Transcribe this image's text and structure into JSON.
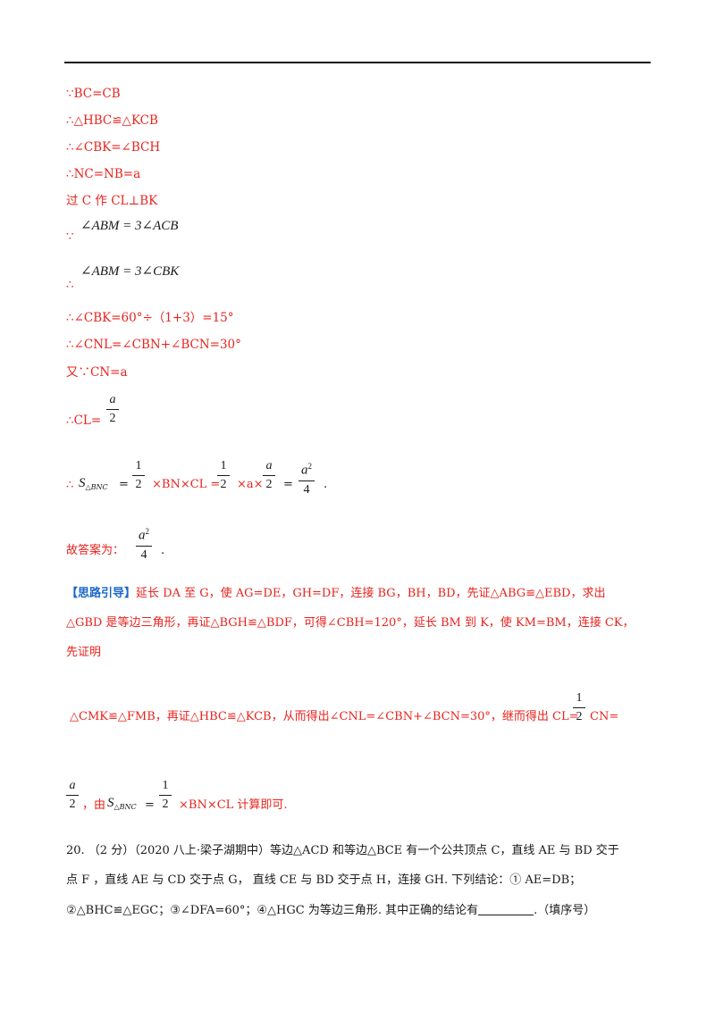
{
  "lines": {
    "l1": "∵BC=CB",
    "l2": "∴△HBC≌△KCB",
    "l3": "∴∠CBK=∠BCH",
    "l4": "∴NC=NB=a",
    "l5": "过 C 作 CL⊥BK",
    "l6_sym": "∵",
    "l6_eq": "∠ABM = 3∠ACB",
    "l7_sym": "∴",
    "l7_eq": "∠ABM = 3∠CBK",
    "l8": "∴∠CBK=60°÷（1+3）=15°",
    "l9": "∴∠CNL=∠CBN+∠BCN=30°",
    "l10": "又∵CN=a",
    "l11_pre": "∴CL=",
    "l12_pre": "∴",
    "l12_S": "S",
    "l12_sub": "△BNC",
    "l12_eq": "=",
    "l12_mid1": "×BN×CL =",
    "l12_mid2": "×a×",
    "l12_mid3": "=",
    "l12_end": ".",
    "l13_pre": "故答案为：",
    "l13_end": "."
  },
  "fractions": {
    "half": {
      "num": "1",
      "den": "2"
    },
    "a_over_2": {
      "num": "a",
      "den": "2"
    },
    "a2_over_4": {
      "num": "a",
      "sup": "2",
      "den": "4"
    }
  },
  "hint": {
    "tag": "【思路引导】",
    "line1": "延长 DA 至 G，使 AG=DE，GH=DF，连接 BG，BH，BD，先证△ABG≌△EBD，求出",
    "line2": "△GBD 是等边三角形，再证△BGH≌△BDF，可得∠CBH=120°，延长 BM 到 K，使 KM=BM，连接 CK，",
    "line3": "先证明",
    "line4": "△CMK≌△FMB，再证△HBC≌△KCB，从而得出∠CNL=∠CBN+∠BCN=30°，继而得出 CL=",
    "line4_end": "CN=",
    "line5_mid": "，由",
    "line5_end": "×BN×CL 计算即可."
  },
  "question": {
    "line1": "20.  （2 分）（2020 八上·梁子湖期中）等边△ACD 和等边△BCE 有一个公共顶点 C，直线 AE 与 BD 交于",
    "line2": "点 F ，直线 AE 与 CD 交于点 G， 直线 CE 与 BD 交于点 H，连接 GH.  下列结论：① AE=DB；",
    "line3_a": "②△BHC≌△EGC；③∠DFA=60°；④△HGC 为等边三角形.  其中正确的结论有",
    "line3_b": ".（填序号）"
  }
}
